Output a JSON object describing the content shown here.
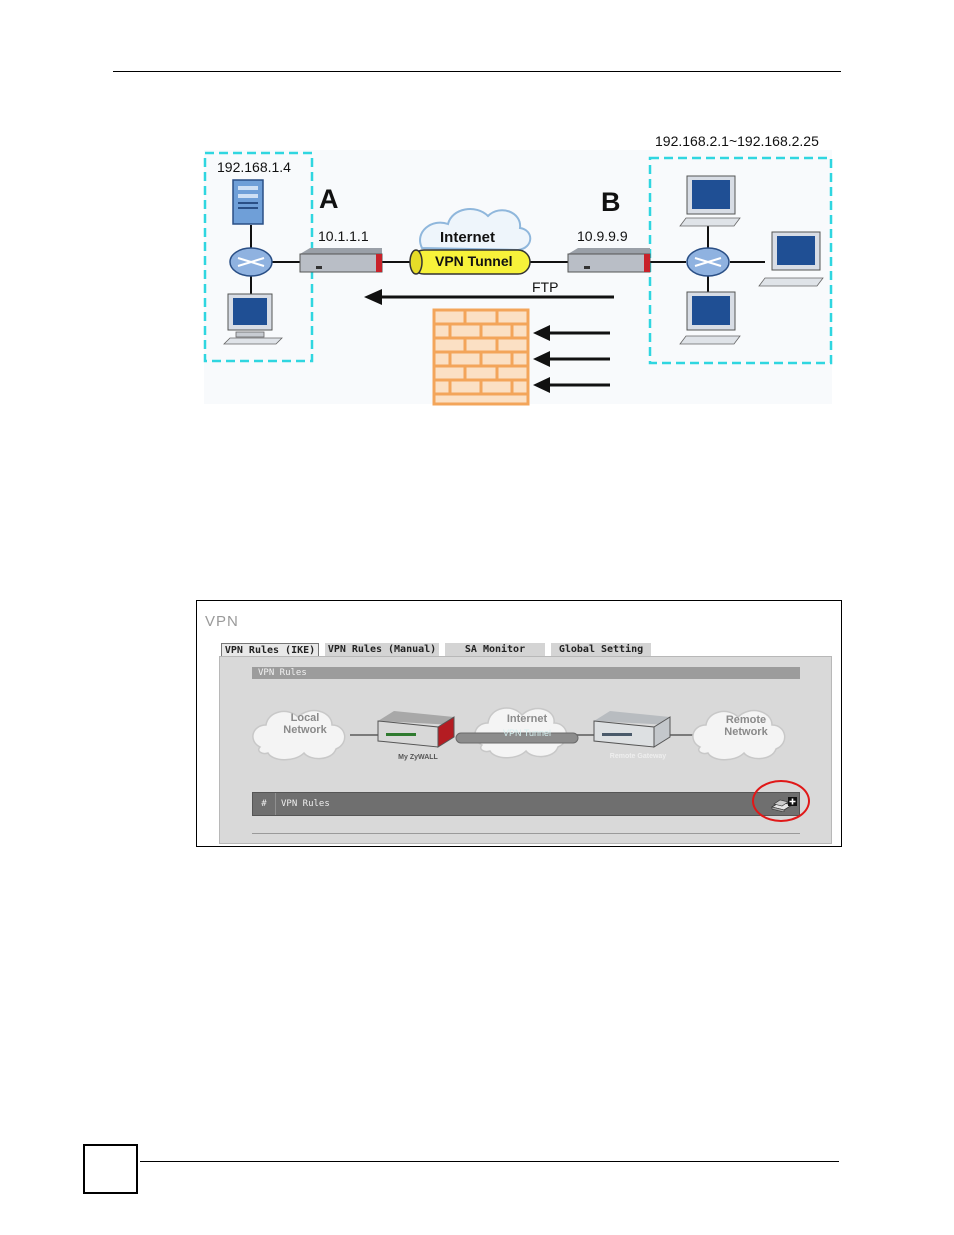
{
  "diagram": {
    "left_ip": "192.168.1.4",
    "right_ip_range": "192.168.2.1~192.168.2.25",
    "label_a": "A",
    "label_b": "B",
    "ip_a": "10.1.1.1",
    "ip_b": "10.9.9.9",
    "cloud_label": "Internet",
    "tunnel_label": "VPN Tunnel",
    "ftp_label": "FTP"
  },
  "vpn_screen": {
    "title": "VPN",
    "tabs": [
      {
        "label": "VPN Rules (IKE)",
        "active": true
      },
      {
        "label": "VPN Rules (Manual)",
        "active": false
      },
      {
        "label": "SA Monitor",
        "active": false
      },
      {
        "label": "Global Setting",
        "active": false
      }
    ],
    "section_title": "VPN Rules",
    "graphic": {
      "local_network": "Local\nNetwork",
      "internet": "Internet",
      "vpn_tunnel": "VPN Tunnel",
      "remote_network": "Remote\nNetwork",
      "my_device": "My ZyWALL",
      "remote_gateway": "Remote Gateway"
    },
    "table": {
      "col_num": "#",
      "col_rules": "VPN Rules"
    },
    "highlight_color": "#e01818"
  }
}
